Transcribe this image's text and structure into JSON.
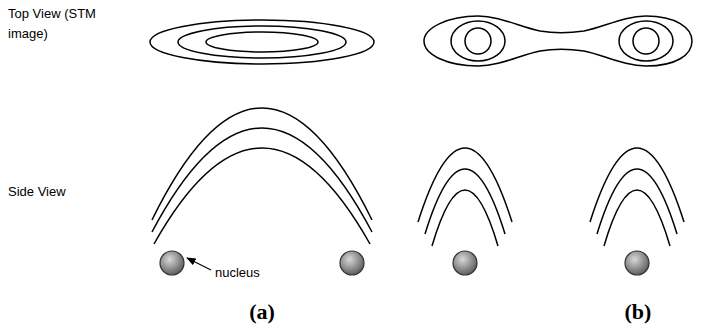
{
  "diagram": {
    "labels": [
      "Top View (STM image)",
      "Side View",
      "nucleus",
      "(a)",
      "(b)"
    ]
  }
}
